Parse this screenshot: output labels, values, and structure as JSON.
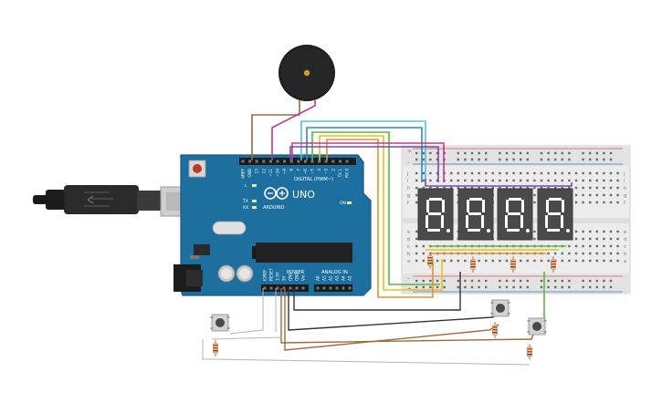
{
  "board": {
    "name": "UNO",
    "brand": "ARDUINO",
    "digital_label": "DIGITAL (PWM~)",
    "power_label": "POWER",
    "analog_label": "ANALOG IN",
    "led_labels": [
      "L",
      "TX",
      "RX"
    ],
    "on_label": "ON",
    "digital_pins": [
      "AREF",
      "GND",
      "13",
      "12",
      "~11",
      "~10",
      "~9",
      "8",
      "7",
      "~6",
      "~5",
      "4",
      "~3",
      "2",
      "TX 1",
      "RX 0"
    ],
    "power_pins": [
      "IOREF",
      "RESET",
      "3.3V",
      "5V",
      "GND",
      "GND",
      "Vin"
    ],
    "analog_pins": [
      "A0",
      "A1",
      "A2",
      "A3",
      "A4",
      "A5"
    ]
  },
  "breadboard": {
    "row_letters_top": [
      "j",
      "i",
      "h",
      "g",
      "f"
    ],
    "row_letters_bottom": [
      "e",
      "d",
      "c",
      "b",
      "a"
    ],
    "rail_signs": [
      "+",
      "-"
    ]
  },
  "display": {
    "digit_count": 4,
    "digit_text": "8.8.8.8."
  },
  "buttons": {
    "count": 3
  },
  "colors": {
    "board": "#1d6fa0",
    "board_edge": "#155a84",
    "breadboard": "#ececec",
    "display_body": "#4a4a4a",
    "wire_brown": "#a0693a",
    "wire_magenta": "#c0399a",
    "wire_cyan": "#56bed9",
    "wire_blue": "#2f87c8",
    "wire_green": "#5cb83b",
    "wire_yellow": "#e6c21a",
    "wire_orange": "#e8922b",
    "wire_purple": "#7b48a8",
    "wire_black": "#333333",
    "wire_gray": "#b4b4b4",
    "rail_red": "#d9534f",
    "rail_blue": "#3f6fb5"
  }
}
